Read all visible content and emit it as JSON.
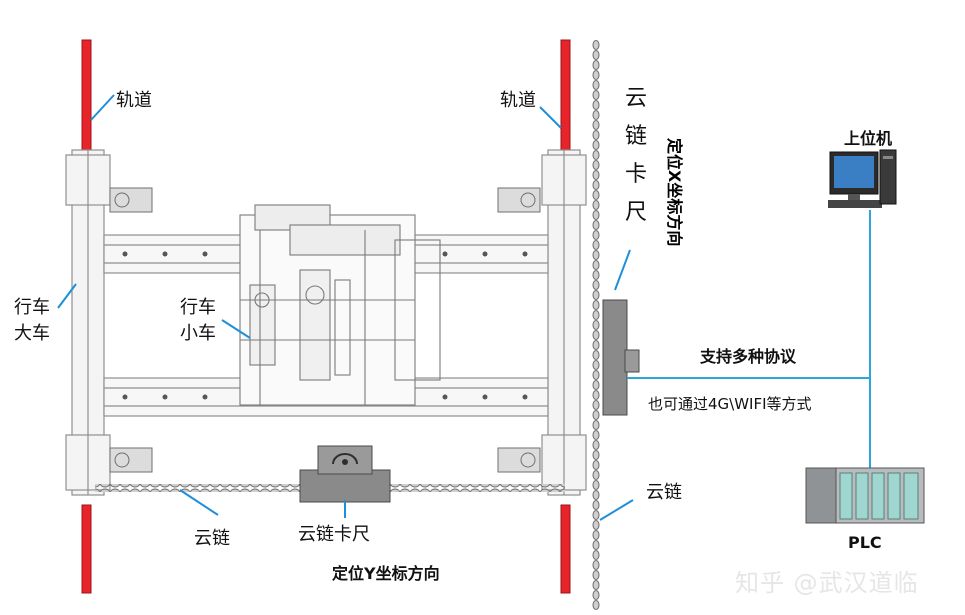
{
  "labels": {
    "rail_left": "轨道",
    "rail_right": "轨道",
    "crane_main": "行车\n大车",
    "crane_trolley": "行车\n小车",
    "chain_vertical_gauge": "云链卡尺",
    "x_direction": "定位X坐标方向",
    "host_computer": "上位机",
    "protocols": "支持多种协议",
    "alt_comm": "也可通过4G\\WIFI等方式",
    "chain_right": "云链",
    "chain_bottom": "云链",
    "chain_gauge_bottom": "云链卡尺",
    "plc": "PLC",
    "y_direction": "定位Y坐标方向"
  },
  "watermark": "知乎 @武汉道临",
  "colors": {
    "rail": "#e8242b",
    "leader": "#1f8fd8",
    "comm_line": "#2aa6d9",
    "frame": "#8f8f8f"
  },
  "icons": {
    "host": "desktop-computer-icon",
    "plc": "plc-module-icon"
  }
}
